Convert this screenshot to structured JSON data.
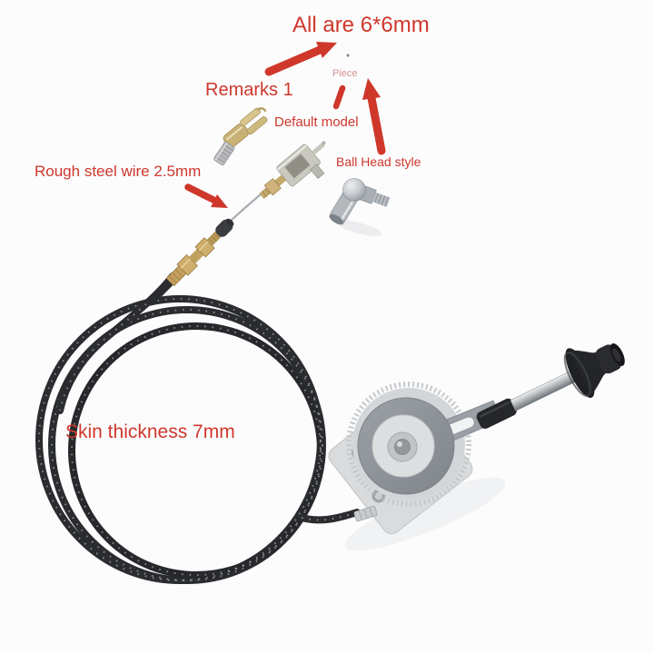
{
  "photo": {
    "background_color": "#fcfcfd",
    "annotation_color": "#cf372b",
    "annotation_muted_color": "#d09090",
    "cable_color": "#2a2c30",
    "brass_color": "#cfae6b",
    "steel_color": "#b5bac0",
    "mechanism_color": "#8f9499"
  },
  "annotations": {
    "size_note": "All are 6*6mm",
    "remarks": "Remarks 1",
    "piece": "Piece",
    "default_model": "Default model",
    "ball_head_style": "Ball Head style",
    "rough_steel_wire": "Rough steel wire 2.5mm",
    "skin_thickness": "Skin thickness 7mm"
  }
}
